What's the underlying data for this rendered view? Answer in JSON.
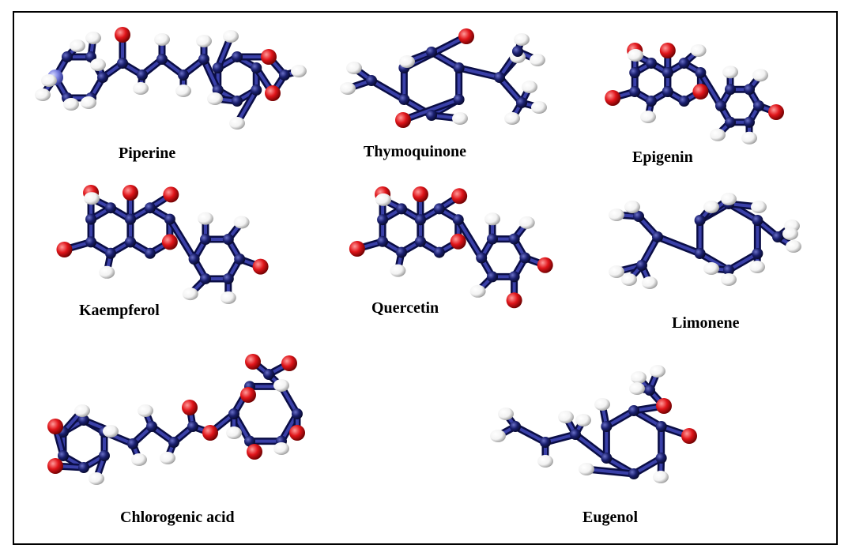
{
  "figure": {
    "molecules": [
      {
        "id": "piperine",
        "label": "Piperine"
      },
      {
        "id": "thymoquinone",
        "label": "Thymoquinone"
      },
      {
        "id": "epigenin",
        "label": "Epigenin"
      },
      {
        "id": "kaempferol",
        "label": "Kaempferol"
      },
      {
        "id": "quercetin",
        "label": "Quercetin"
      },
      {
        "id": "limonene",
        "label": "Limonene"
      },
      {
        "id": "chlorogenic",
        "label": "Chlorogenic acid"
      },
      {
        "id": "eugenol",
        "label": "Eugenol"
      }
    ],
    "colors": {
      "carbon": "#1a1f6e",
      "oxygen": "#e0151a",
      "hydrogen": "#f2f2f2",
      "nitrogen": "#7a7fe0",
      "border": "#000000"
    }
  }
}
